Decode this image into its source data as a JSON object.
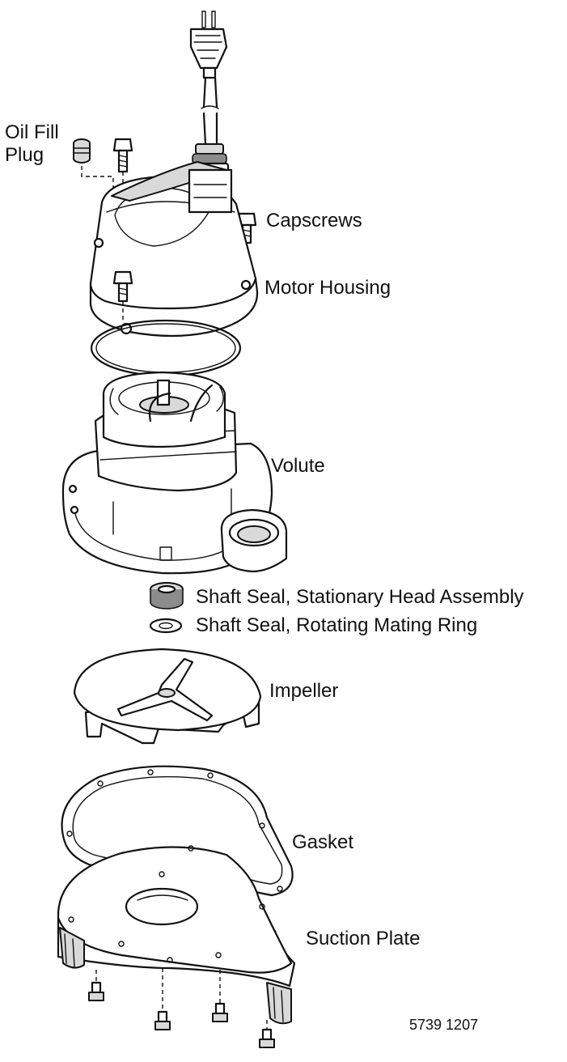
{
  "labels": {
    "oil_fill_plug_line1": "Oil Fill",
    "oil_fill_plug_line2": "Plug",
    "capscrews": "Capscrews",
    "motor_housing": "Motor Housing",
    "volute": "Volute",
    "shaft_seal_stationary": "Shaft Seal, Stationary Head Assembly",
    "shaft_seal_rotating": "Shaft Seal, Rotating Mating Ring",
    "impeller": "Impeller",
    "gasket": "Gasket",
    "suction_plate": "Suction Plate"
  },
  "drawing_number": "5739 1207",
  "colors": {
    "line": "#111111",
    "shade": "#d9d9d9",
    "background": "#ffffff"
  }
}
